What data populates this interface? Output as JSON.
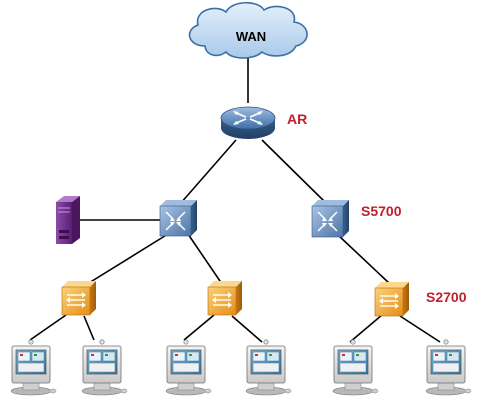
{
  "diagram": {
    "cloud_label": "WAN",
    "router_label": "AR",
    "core_switch_label": "S5700",
    "access_switch_label": "S2700"
  },
  "colors": {
    "cloud_fill": "#c9dff4",
    "cloud_stroke": "#3d6fa5",
    "label_red": "#c0202a",
    "router_blue": "#5d86b5",
    "core_switch_blue": "#6f93bd",
    "access_switch_orange": "#f0a328",
    "server_purple": "#6a2a86",
    "link": "#000000"
  },
  "icons": {
    "cloud": "wan-cloud-icon",
    "router": "router-icon",
    "core_switch": "core-switch-icon",
    "access_switch": "access-switch-icon",
    "server": "server-icon",
    "pc": "pc-icon"
  }
}
